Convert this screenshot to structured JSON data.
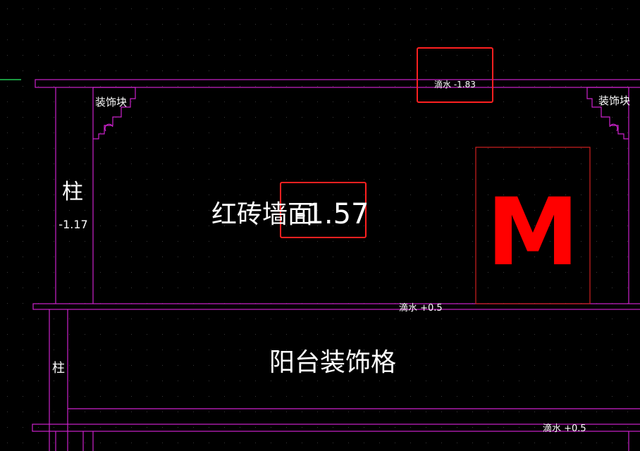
{
  "colors": {
    "background": "#000000",
    "wall_line": "#cc22cc",
    "text": "#ffffff",
    "highlight": "#ff2020",
    "marker_fill": "#ff0000",
    "green_mark": "#22cc55",
    "grid_dot": "#3a3a3a"
  },
  "labels": {
    "eave_top": "滴水 -1.83",
    "deco_left": "装饰块",
    "deco_right": "装饰块",
    "column_upper": "柱",
    "column_upper_value": "-1.17",
    "wall_name": "红砖墙面",
    "wall_value": "-1.57",
    "marker_letter": "M",
    "eave_mid": "滴水 +0.5",
    "balcony_name": "阳台装饰格",
    "column_lower": "柱",
    "eave_bottom": "滴水 +0.5"
  }
}
